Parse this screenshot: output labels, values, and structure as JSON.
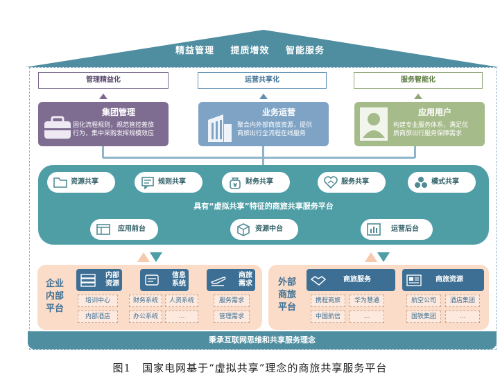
{
  "roof": {
    "items": [
      "精益管理",
      "提质增效",
      "智能服务"
    ]
  },
  "goals": [
    "管理精益化",
    "运营共享化",
    "服务智能化"
  ],
  "cards": [
    {
      "title": "集团管理",
      "desc": [
        "固化流程规则，规范管控差旅",
        "行为，集中采购发挥规模效应"
      ]
    },
    {
      "title": "业务运营",
      "desc": [
        "聚合内外部商旅资源，提供",
        "商旅出行全流程在线服务"
      ]
    },
    {
      "title": "应用用户",
      "desc": [
        "构建专业服务体系，满足优",
        "质商旅出行服务保障需求"
      ]
    }
  ],
  "platform": {
    "shares": [
      "资源共享",
      "规则共享",
      "财务共享",
      "服务共享",
      "模式共享"
    ],
    "title": "具有“虚拟共享”特征的商旅共享服务平台",
    "bottoms": [
      "应用前台",
      "资源中台",
      "运营后台"
    ]
  },
  "internal": {
    "side_label": [
      "企业",
      "内部",
      "平台"
    ],
    "groups": [
      {
        "title": [
          "内部",
          "资源"
        ],
        "subs": [
          "培训中心",
          "内部酒店"
        ]
      },
      {
        "title": [
          "信息",
          "系统"
        ],
        "subs": [
          "财务系统",
          "人资系统",
          "办公系统",
          "…"
        ]
      },
      {
        "title": [
          "商旅",
          "需求"
        ],
        "subs": [
          "服务需求",
          "管理需求"
        ]
      }
    ]
  },
  "external": {
    "side_label": [
      "外部",
      "商旅",
      "平台"
    ],
    "groups": [
      {
        "title": "商旅服务",
        "subs": [
          "携程商旅",
          "华为慧通",
          "中国航信",
          "…"
        ]
      },
      {
        "title": "商旅资源",
        "subs": [
          "航空公司",
          "酒店集团",
          "国铁集团",
          "…"
        ]
      }
    ]
  },
  "base": "秉承互联网思维和共享服务理念",
  "caption": "图1　国家电网基于“虚拟共享”理念的商旅共享服务平台"
}
